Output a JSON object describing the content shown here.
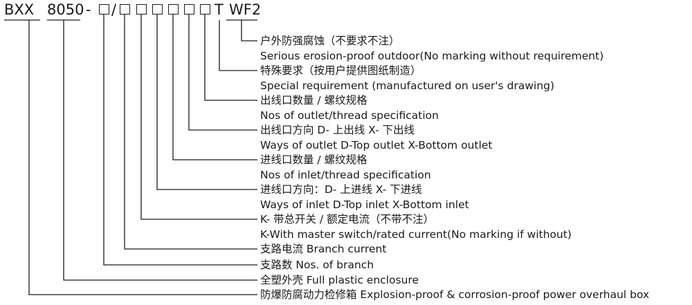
{
  "code": {
    "bxx": "BXX",
    "num": "8050",
    "dash": "-",
    "slash": "/",
    "t": "T",
    "wf2": "WF2"
  },
  "labels": [
    {
      "id": "wf2",
      "cn": "户外防强腐蚀（不要求不注）",
      "en": "Serious erosion-proof outdoor(No marking without requirement)"
    },
    {
      "id": "t",
      "cn": "特殊要求（按用户提供图纸制造）",
      "en": "Special requirement (manufactured on user's drawing)"
    },
    {
      "id": "b7",
      "cn": "出线口数量 / 螺纹规格",
      "en": "Nos of outlet/thread specification"
    },
    {
      "id": "b6",
      "cn": "出线口方向 D- 上出线 X- 下出线",
      "en": "Ways of outlet D-Top outlet X-Bottom outlet"
    },
    {
      "id": "b5",
      "cn": "进线口数量 / 螺纹规格",
      "en": "Nos of inlet/thread specification"
    },
    {
      "id": "b4",
      "cn": "进线口方向：D- 上进线 X- 下进线",
      "en": "Ways of inlet D-Top inlet X-Bottom inlet"
    },
    {
      "id": "b3",
      "cn": "K- 带总开关 / 额定电流（不带不注）",
      "en": "K-With master switch/rated current(No marking if without)"
    },
    {
      "id": "b2",
      "cn": "支路电流 Branch current"
    },
    {
      "id": "b1",
      "cn": "支路数 Nos. of branch"
    },
    {
      "id": "num",
      "cn": "全塑外壳 Full plastic enclosure"
    },
    {
      "id": "bxx",
      "cn": "防爆防腐动力检修箱 Explosion-proof & corrosion-proof power overhaul box"
    }
  ]
}
